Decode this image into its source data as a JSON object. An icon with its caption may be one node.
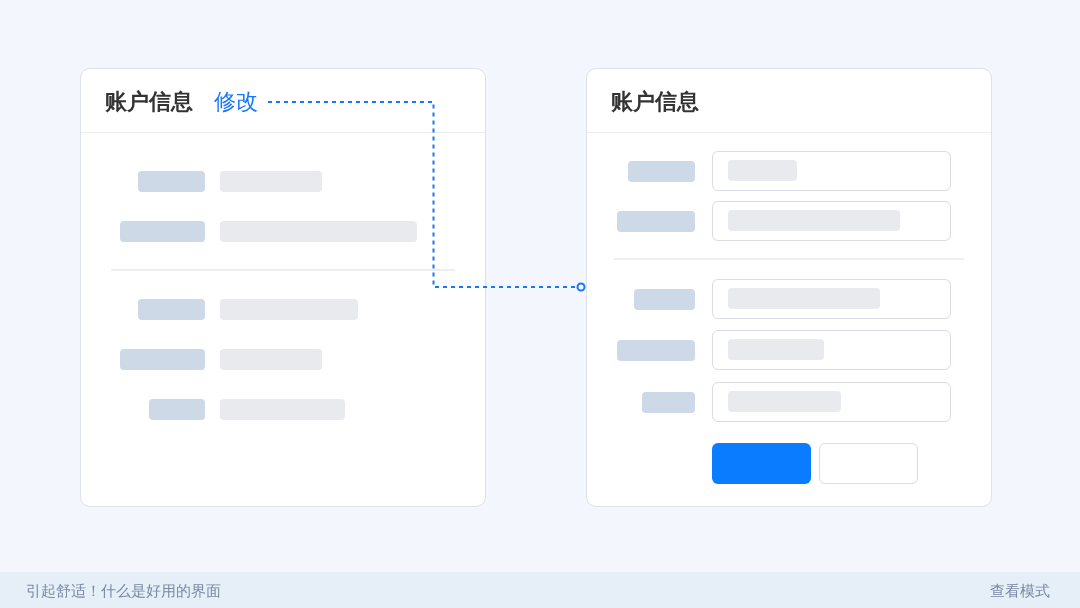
{
  "diagram": {
    "nodes": [
      {
        "text": [
          "账户信息"
        ]
      },
      {
        "text": [
          "修改"
        ],
        "in": 0
      },
      {
        "text": [
          "账户信息"
        ]
      }
    ],
    "edges": [
      {
        "from": 1,
        "to": 2,
        "arrow": "other",
        "style": "dashed"
      }
    ],
    "labels": [
      "引起舒适！什么是好用的界面",
      "查看模式"
    ]
  }
}
